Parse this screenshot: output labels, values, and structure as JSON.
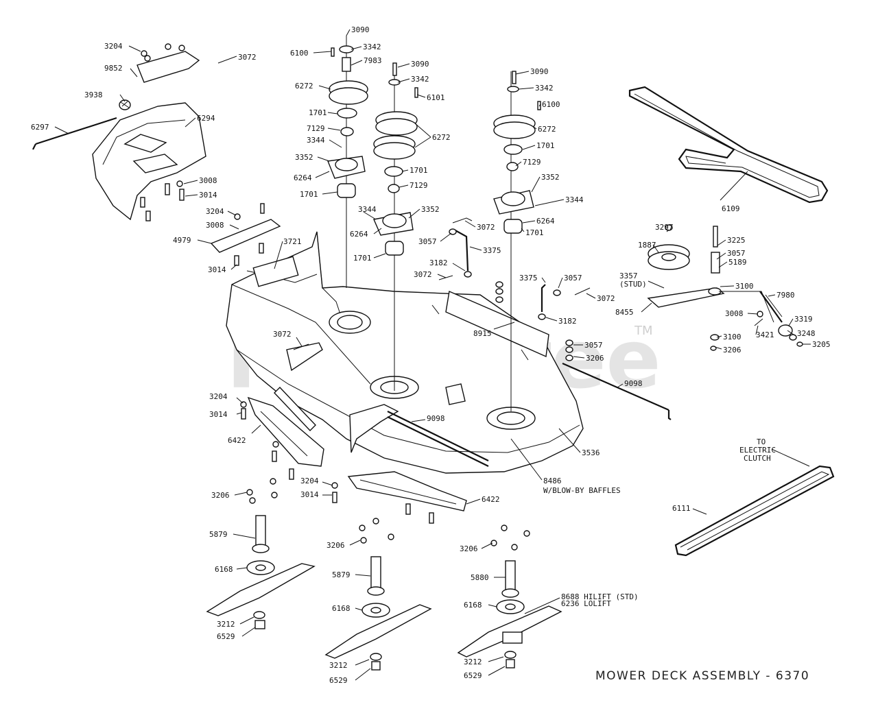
{
  "title": "MOWER DECK ASSEMBLY - 6370",
  "watermark": {
    "text": "PartsTree",
    "tm": "TM"
  },
  "labels": [
    {
      "id": "l3204a",
      "text": "3204"
    },
    {
      "id": "l3072a",
      "text": "3072"
    },
    {
      "id": "l9852",
      "text": "9852"
    },
    {
      "id": "l3938",
      "text": "3938"
    },
    {
      "id": "l6297",
      "text": "6297"
    },
    {
      "id": "l6294",
      "text": "6294"
    },
    {
      "id": "l3008a",
      "text": "3008"
    },
    {
      "id": "l3014a",
      "text": "3014"
    },
    {
      "id": "l3204b",
      "text": "3204"
    },
    {
      "id": "l3008b",
      "text": "3008"
    },
    {
      "id": "l4979",
      "text": "4979"
    },
    {
      "id": "l3014b",
      "text": "3014"
    },
    {
      "id": "l3721",
      "text": "3721"
    },
    {
      "id": "l6100a",
      "text": "6100"
    },
    {
      "id": "l3090a",
      "text": "3090"
    },
    {
      "id": "l3342a",
      "text": "3342"
    },
    {
      "id": "l7983",
      "text": "7983"
    },
    {
      "id": "l6272a",
      "text": "6272"
    },
    {
      "id": "l1701a",
      "text": "1701"
    },
    {
      "id": "l7129a",
      "text": "7129"
    },
    {
      "id": "l3344a",
      "text": "3344"
    },
    {
      "id": "l3352a",
      "text": "3352"
    },
    {
      "id": "l6264a",
      "text": "6264"
    },
    {
      "id": "l1701b",
      "text": "1701"
    },
    {
      "id": "l3090b",
      "text": "3090"
    },
    {
      "id": "l3342b",
      "text": "3342"
    },
    {
      "id": "l6101",
      "text": "6101"
    },
    {
      "id": "l6272b",
      "text": "6272"
    },
    {
      "id": "l1701c",
      "text": "1701"
    },
    {
      "id": "l7129b",
      "text": "7129"
    },
    {
      "id": "l3344b",
      "text": "3344"
    },
    {
      "id": "l3352b",
      "text": "3352"
    },
    {
      "id": "l6264b",
      "text": "6264"
    },
    {
      "id": "l1701d",
      "text": "1701"
    },
    {
      "id": "l3090c",
      "text": "3090"
    },
    {
      "id": "l3342c",
      "text": "3342"
    },
    {
      "id": "l6100b",
      "text": "6100"
    },
    {
      "id": "l6272c",
      "text": "6272"
    },
    {
      "id": "l1701e",
      "text": "1701"
    },
    {
      "id": "l7129c",
      "text": "7129"
    },
    {
      "id": "l3352c",
      "text": "3352"
    },
    {
      "id": "l3344c",
      "text": "3344"
    },
    {
      "id": "l6264c",
      "text": "6264"
    },
    {
      "id": "l1701f",
      "text": "1701"
    },
    {
      "id": "l6109",
      "text": "6109"
    },
    {
      "id": "l3072b",
      "text": "3072"
    },
    {
      "id": "l3057a",
      "text": "3057"
    },
    {
      "id": "l3375a",
      "text": "3375"
    },
    {
      "id": "l3182a",
      "text": "3182"
    },
    {
      "id": "l3072c",
      "text": "3072"
    },
    {
      "id": "l3375b",
      "text": "3375"
    },
    {
      "id": "l3057b",
      "text": "3057"
    },
    {
      "id": "l3072d",
      "text": "3072"
    },
    {
      "id": "l3182b",
      "text": "3182"
    },
    {
      "id": "l8915",
      "text": "8915"
    },
    {
      "id": "l3057c",
      "text": "3057"
    },
    {
      "id": "l3206a",
      "text": "3206"
    },
    {
      "id": "l3297",
      "text": "3297"
    },
    {
      "id": "l3225",
      "text": "3225"
    },
    {
      "id": "l1887",
      "text": "1887"
    },
    {
      "id": "l3057d",
      "text": "3057"
    },
    {
      "id": "l5189",
      "text": "5189"
    },
    {
      "id": "l3357",
      "text": "3357"
    },
    {
      "id": "l3357s",
      "text": "(STUD)"
    },
    {
      "id": "l3100a",
      "text": "3100"
    },
    {
      "id": "l8455",
      "text": "8455"
    },
    {
      "id": "l7980",
      "text": "7980"
    },
    {
      "id": "l3008c",
      "text": "3008"
    },
    {
      "id": "l3319",
      "text": "3319"
    },
    {
      "id": "l3421",
      "text": "3421"
    },
    {
      "id": "l3248",
      "text": "3248"
    },
    {
      "id": "l3100b",
      "text": "3100"
    },
    {
      "id": "l3205",
      "text": "3205"
    },
    {
      "id": "l3206b",
      "text": "3206"
    },
    {
      "id": "l9098a",
      "text": "9098"
    },
    {
      "id": "l3072e",
      "text": "3072"
    },
    {
      "id": "l3204c",
      "text": "3204"
    },
    {
      "id": "l3014c",
      "text": "3014"
    },
    {
      "id": "l6422a",
      "text": "6422"
    },
    {
      "id": "l9098b",
      "text": "9098"
    },
    {
      "id": "l3536",
      "text": "3536"
    },
    {
      "id": "l8486",
      "text": "8486"
    },
    {
      "id": "l8486s",
      "text": "W/BLOW-BY BAFFLES"
    },
    {
      "id": "l3204d",
      "text": "3204"
    },
    {
      "id": "l3014d",
      "text": "3014"
    },
    {
      "id": "l6422b",
      "text": "6422"
    },
    {
      "id": "l3206c",
      "text": "3206"
    },
    {
      "id": "l3206d",
      "text": "3206"
    },
    {
      "id": "l3206e",
      "text": "3206"
    },
    {
      "id": "lto1",
      "text": "TO"
    },
    {
      "id": "lto2",
      "text": "ELECTRIC"
    },
    {
      "id": "lto3",
      "text": "CLUTCH"
    },
    {
      "id": "l6111",
      "text": "6111"
    },
    {
      "id": "l5879a",
      "text": "5879"
    },
    {
      "id": "l6168a",
      "text": "6168"
    },
    {
      "id": "l3212a",
      "text": "3212"
    },
    {
      "id": "l6529a",
      "text": "6529"
    },
    {
      "id": "l5879b",
      "text": "5879"
    },
    {
      "id": "l6168b",
      "text": "6168"
    },
    {
      "id": "l3212b",
      "text": "3212"
    },
    {
      "id": "l6529b",
      "text": "6529"
    },
    {
      "id": "l5880",
      "text": "5880"
    },
    {
      "id": "l6168c",
      "text": "6168"
    },
    {
      "id": "l8688",
      "text": "8688 HILIFT (STD)"
    },
    {
      "id": "l6236",
      "text": "6236 LOLIFT"
    },
    {
      "id": "l3212c",
      "text": "3212"
    },
    {
      "id": "l6529c",
      "text": "6529"
    }
  ]
}
